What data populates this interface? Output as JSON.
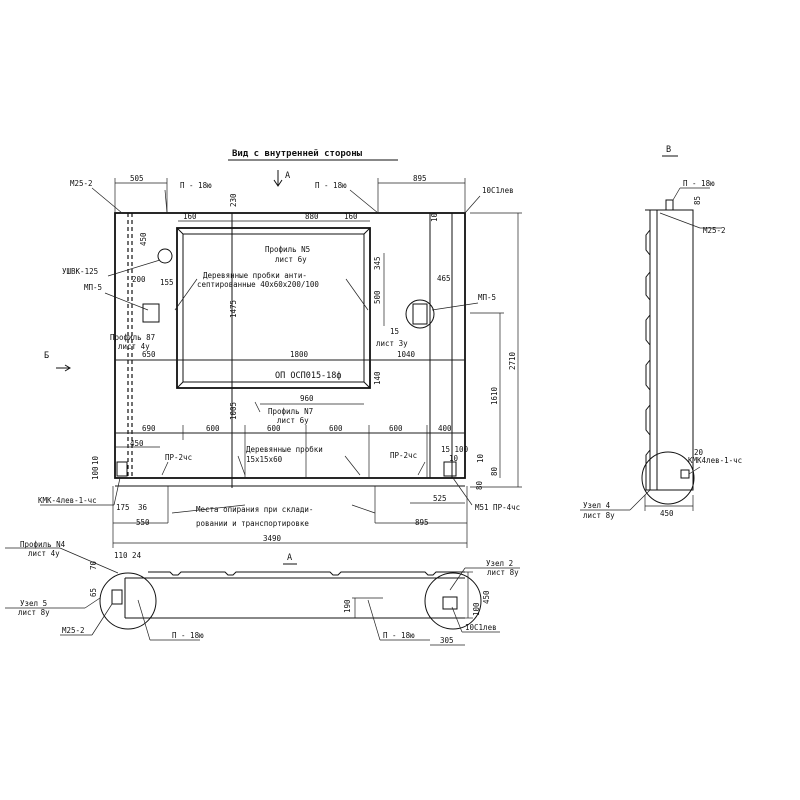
{
  "title": "Вид с внутренней стороны",
  "views": {
    "a_top": "A",
    "b_left": "Б",
    "v_side": "В",
    "a_bottom": "A"
  },
  "callouts": {
    "m25_2_top": "М25-2",
    "p18_top_left": "П - 18ю",
    "p18_top_right": "П - 18ю",
    "c10_top": "10С1лев",
    "ushvk": "УШВК-125",
    "mp5_left": "МП-5",
    "mp5_right": "МП-5",
    "profile5": "Профиль N5",
    "profile5_sheet": "лист 6у",
    "wood_plugs_1": "Деревянные пробки анти-",
    "wood_plugs_2": "септированные 40х60х200/100",
    "profile87": "Профиль 87",
    "profile87_sheet": "лист 4у",
    "sheet3": "лист 3у",
    "window": "ОП ОСП015-18ф",
    "profile7": "Профиль N7",
    "profile7_sheet": "лист 6у",
    "wood_plugs_small_1": "Деревянные пробки",
    "wood_plugs_small_2": "15х15х60",
    "pr2_left": "ПР-2чс",
    "pr2_right": "ПР-2чс",
    "kmk_left": "КМК-4лев-1-чс",
    "m51": "М51 ПР-4чс",
    "support_1": "Места опирания при склади-",
    "support_2": "ровании и транспортировке",
    "profile4": "Профиль N4",
    "profile4_sheet": "лист 4у",
    "node5": "Узел 5",
    "node5_sheet": "лист 8у",
    "m25_2_bottom": "М25-2",
    "p18_bottom_left": "П - 18ю",
    "p18_bottom_right": "П - 18ю",
    "node2": "Узел 2",
    "node2_sheet": "лист 8у",
    "c10_bottom": "10С1лев",
    "p18_side": "П - 18ю",
    "m25_2_side": "М25-2",
    "kmk_side": "КМК4лев-1-чс",
    "node4": "Узел 4",
    "node4_sheet": "лист 8у"
  },
  "dims": {
    "d505": "505",
    "d895_top": "895",
    "d160a": "160",
    "d880": "880",
    "d160b": "160",
    "d230": "230",
    "d450_top": "450",
    "d200": "200",
    "d155": "155",
    "d1475": "1475",
    "d345": "345",
    "d500": "500",
    "d465": "465",
    "d15": "15",
    "d10_top": "10",
    "d650": "650",
    "d1800": "1800",
    "d1040": "1040",
    "d140": "140",
    "d960": "960",
    "d1005": "1005",
    "d690": "690",
    "d600a": "600",
    "d600b": "600",
    "d600c": "600",
    "d600d": "600",
    "d400": "400",
    "d450_low": "450",
    "d100_left": "100",
    "d10_left": "10",
    "d15_100": "15 100",
    "d10_right": "10",
    "d80a": "80",
    "d80b": "80",
    "d10_r2": "10",
    "d175": "175",
    "d36": "36",
    "d550": "550",
    "d895_bot": "895",
    "d525": "525",
    "d3490": "3490",
    "d2710": "2710",
    "d1610": "1610",
    "d110_24": "110 24",
    "d70": "70",
    "d65": "65",
    "d190": "190",
    "d100_b": "100",
    "d450_b": "450",
    "d305": "305",
    "d85": "85",
    "d20": "20",
    "d450_side": "450"
  }
}
